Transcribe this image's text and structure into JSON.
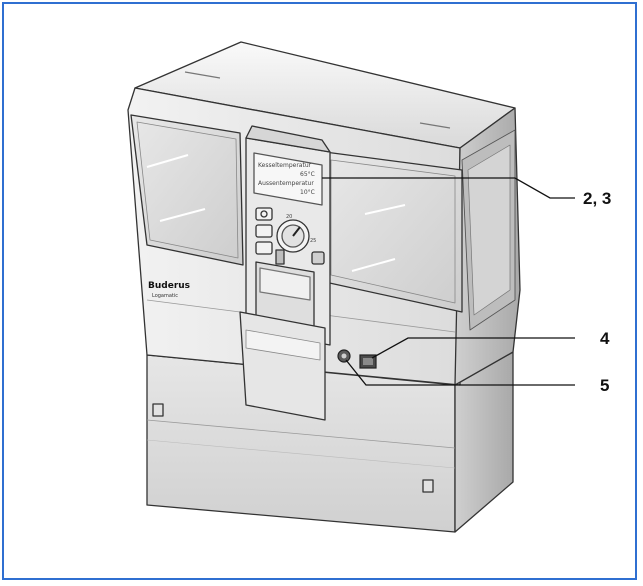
{
  "figure": {
    "device": {
      "brand": "Buderus",
      "model": "Logamatic",
      "display_lines": [
        "Kesseltemperatur",
        "65°C",
        "Aussentemperatur",
        "10°C"
      ],
      "dial_marks": [
        "20",
        "25"
      ]
    },
    "callouts": [
      {
        "label": "2, 3"
      },
      {
        "label": "4"
      },
      {
        "label": "5"
      }
    ]
  },
  "colors": {
    "border": "#2f6fd1",
    "line": "#222222"
  }
}
